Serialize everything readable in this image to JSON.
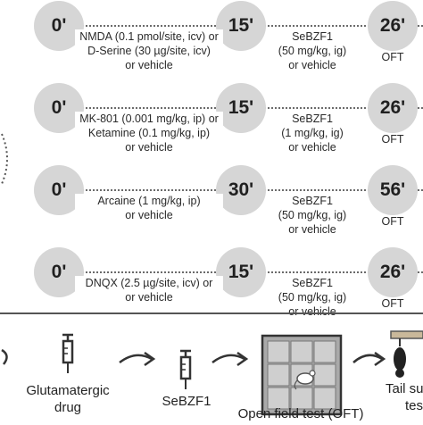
{
  "rows": [
    {
      "t0": "0'",
      "t1": "15'",
      "t2": "26'",
      "drug_lines": [
        "NMDA (0.1 pmol/site, icv) or",
        "D-Serine (30 µg/site, icv)",
        "or vehicle"
      ],
      "treat_lines": [
        "SeBZF1",
        "(50 mg/kg, ig)",
        "or vehicle"
      ],
      "end_label": "OFT"
    },
    {
      "t0": "0'",
      "t1": "15'",
      "t2": "26'",
      "drug_lines": [
        "MK-801 (0.001 mg/kg, ip) or",
        "Ketamine (0.1 mg/kg, ip)",
        "or vehicle"
      ],
      "treat_lines": [
        "SeBZF1",
        "(1 mg/kg, ig)",
        "or vehicle"
      ],
      "end_label": "OFT"
    },
    {
      "t0": "0'",
      "t1": "30'",
      "t2": "56'",
      "drug_lines": [
        "Arcaine (1 mg/kg, ip)",
        "or vehicle"
      ],
      "treat_lines": [
        "SeBZF1",
        "(50 mg/kg, ig)",
        "or vehicle"
      ],
      "end_label": "OFT"
    },
    {
      "t0": "0'",
      "t1": "15'",
      "t2": "26'",
      "drug_lines": [
        "DNQX (2.5 µg/site, icv) or",
        "or vehicle"
      ],
      "treat_lines": [
        "SeBZF1",
        "(50 mg/kg, ig)",
        "or vehicle"
      ],
      "end_label": "OFT"
    }
  ],
  "bottom": {
    "glutamatergic_line1": "Glutamatergic",
    "glutamatergic_line2": "drug",
    "sebzf1": "SeBZF1",
    "oft": "Open field test (OFT)",
    "tail_line1": "Tail su",
    "tail_line2": "test"
  }
}
